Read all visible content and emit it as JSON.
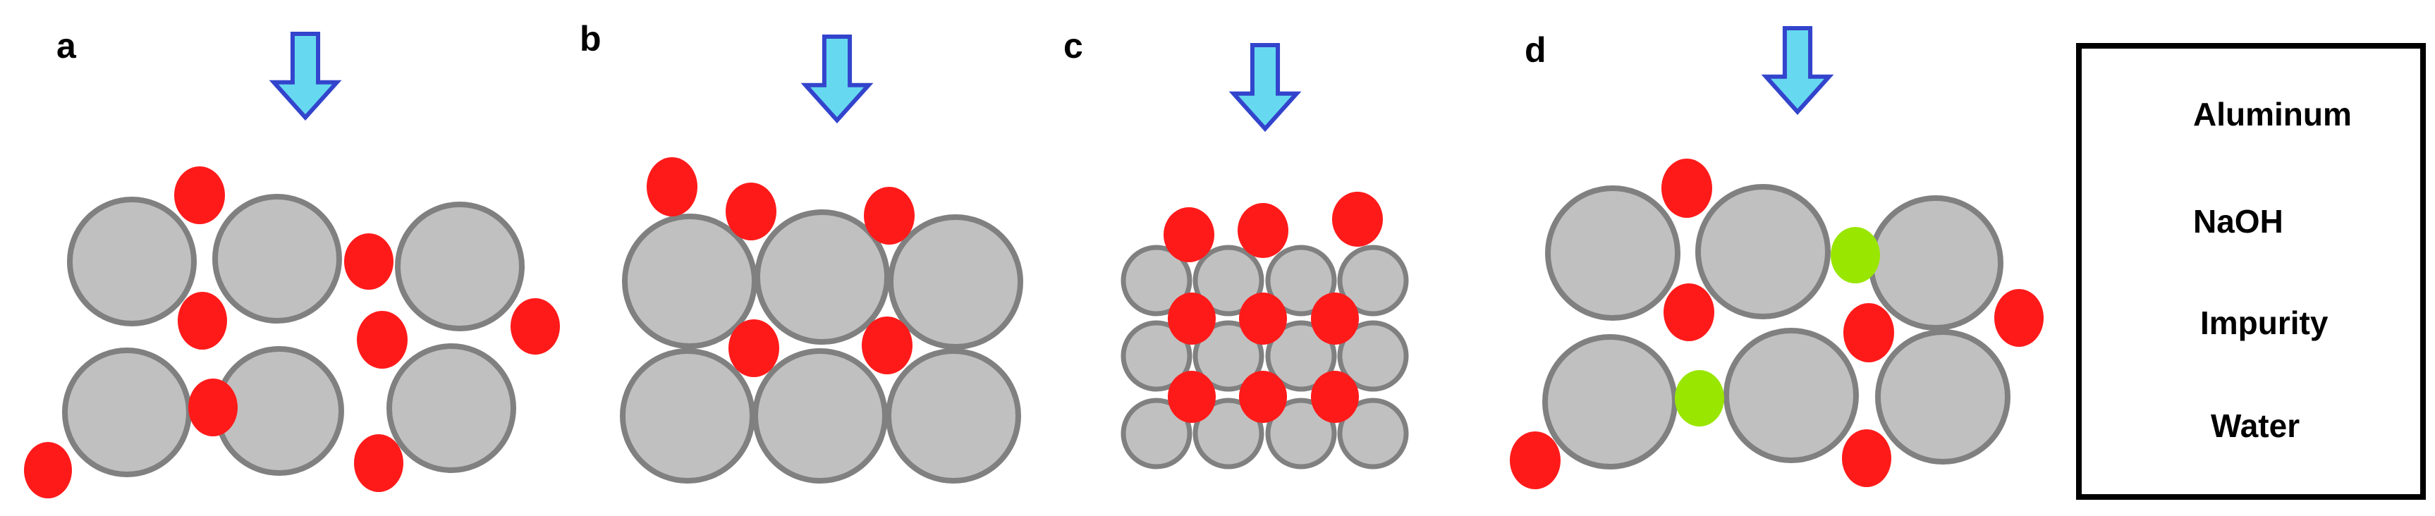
{
  "panels": [
    {
      "label": "a"
    },
    {
      "label": "b"
    },
    {
      "label": "c"
    },
    {
      "label": "d"
    }
  ],
  "legend": {
    "items": [
      {
        "label": "Aluminum",
        "icon": "aluminum-particle-icon"
      },
      {
        "label": "NaOH",
        "icon": "naoh-particle-icon"
      },
      {
        "label": "Impurity",
        "icon": "impurity-particle-icon"
      },
      {
        "label": "Water",
        "icon": "water-arrow-icon"
      }
    ]
  },
  "colors": {
    "aluminum_fill": "#c0c0c0",
    "aluminum_stroke": "#808080",
    "naoh_fill": "#ff1a1a",
    "impurity_fill": "#99e600",
    "water_fill": "#66d9f0",
    "water_stroke": "#3344cc"
  }
}
